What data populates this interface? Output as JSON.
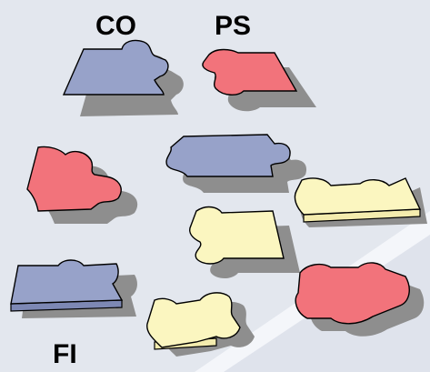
{
  "labels": {
    "co": "CO",
    "ps": "PS",
    "fi": "FI"
  },
  "pieces": [
    {
      "id": "co-piece",
      "label": "CO",
      "color": "blue"
    },
    {
      "id": "ps-piece",
      "label": "PS",
      "color": "red"
    },
    {
      "id": "red-left-piece",
      "color": "red"
    },
    {
      "id": "blue-center-piece",
      "color": "blue"
    },
    {
      "id": "yellow-right-piece",
      "color": "yellow"
    },
    {
      "id": "yellow-center-piece",
      "color": "yellow"
    },
    {
      "id": "fi-piece",
      "label": "FI",
      "color": "blue"
    },
    {
      "id": "yellow-bottom-piece",
      "color": "yellow"
    },
    {
      "id": "red-bottom-right-piece",
      "color": "red"
    }
  ],
  "colors": {
    "background": "#e3e7ee",
    "blue": "#97a2c9",
    "red": "#f2737b",
    "yellow": "#fbf6c0",
    "shadow": "#8e8e8e",
    "outline": "#000000"
  }
}
